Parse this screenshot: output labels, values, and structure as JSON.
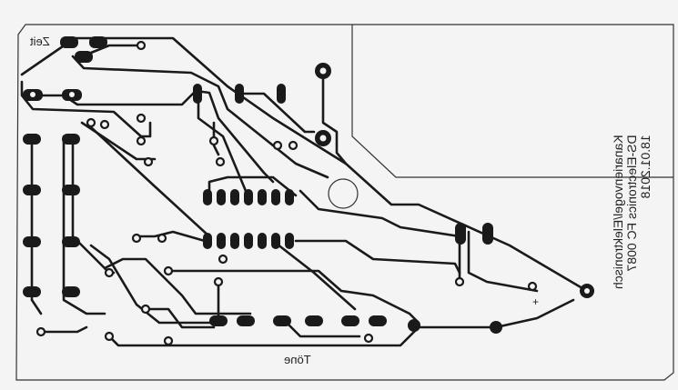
{
  "board": {
    "label_top": "Zeit",
    "label_bottom": "Töne",
    "info_lines": [
      "Kanarienvogel/Elektronisch",
      "DS-Electronics FC 0087",
      "18.01.2018"
    ],
    "polarity_mark": "+"
  }
}
